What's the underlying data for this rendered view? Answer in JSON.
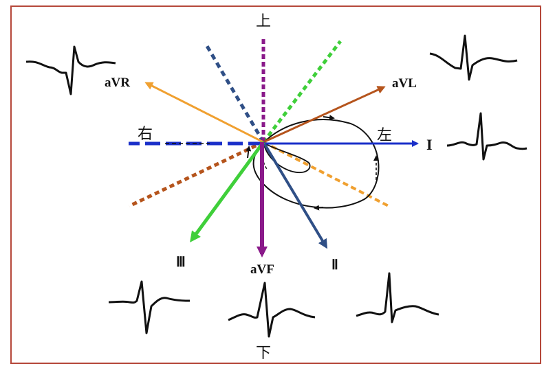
{
  "labels": {
    "up": "上",
    "down": "下",
    "left_side": "右",
    "right_side": "左",
    "avr": "aVR",
    "avl": "aVL",
    "lead_i": "I",
    "lead_ii": "Ⅱ",
    "lead_iii": "Ⅲ",
    "avf": "aVF"
  },
  "colors": {
    "border": "#b5473a",
    "lead_i": "#1a2fc9",
    "avr": "#f0a030",
    "avl": "#b5541c",
    "lead_ii": "#2f4f86",
    "lead_iii": "#3fcf3a",
    "avf": "#8a1a8a",
    "loop": "#111111"
  }
}
